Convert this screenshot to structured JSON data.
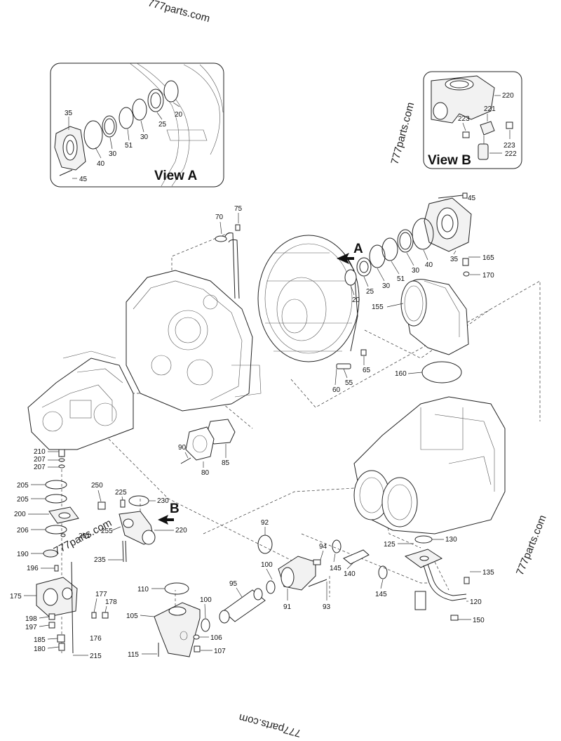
{
  "views": {
    "a_title": "View A",
    "b_title": "View B"
  },
  "markers": {
    "arrow_a": "A",
    "arrow_b": "B"
  },
  "watermarks": [
    "777parts.com",
    "777parts.com",
    "777parts.com",
    "777parts.com"
  ],
  "view_a_callouts": [
    "35",
    "40",
    "30",
    "51",
    "30",
    "25",
    "20",
    "45"
  ],
  "view_b_callouts": [
    "220",
    "221",
    "223",
    "223",
    "222"
  ],
  "callouts": [
    "70",
    "75",
    "45",
    "A",
    "20",
    "25",
    "30",
    "51",
    "30",
    "40",
    "35",
    "165",
    "170",
    "155",
    "65",
    "55",
    "60",
    "160",
    "90",
    "85",
    "80",
    "210",
    "207",
    "207",
    "205",
    "205",
    "200",
    "206",
    "201",
    "190",
    "196",
    "250",
    "225",
    "230",
    "220",
    "255",
    "235",
    "175",
    "177",
    "178",
    "198",
    "197",
    "176",
    "185",
    "180",
    "215",
    "92",
    "94",
    "145",
    "140",
    "100",
    "91",
    "93",
    "110",
    "95",
    "100",
    "105",
    "106",
    "115",
    "107",
    "125",
    "130",
    "135",
    "120",
    "145",
    "150"
  ]
}
